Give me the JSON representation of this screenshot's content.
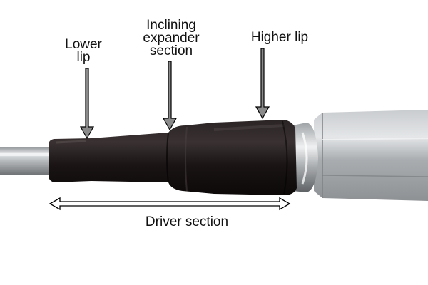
{
  "labels": {
    "lower_lip": [
      "Lower",
      "lip"
    ],
    "inclining_expander_section": [
      "Inclining",
      "expander",
      "section"
    ],
    "higher_lip": [
      "Higher lip"
    ],
    "driver_section": "Driver section"
  },
  "colors": {
    "background": "#ffffff",
    "text": "#111111",
    "arrow_fill": "#8a8a8a",
    "arrow_stroke": "#000000",
    "black_sleeve": "#1a1414",
    "chrome": "#b8bcbf"
  },
  "icons": {
    "pointer": "down-arrow-icon",
    "span": "double-headed-arrow-icon"
  }
}
